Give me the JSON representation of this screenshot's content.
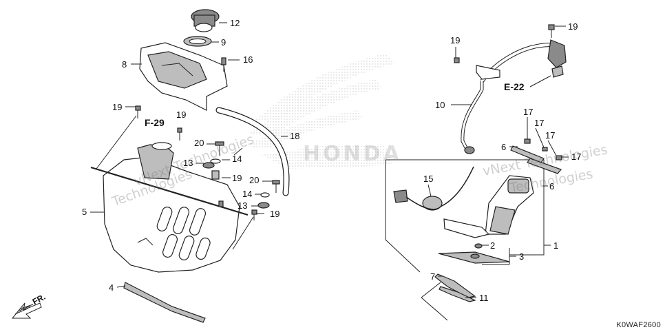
{
  "callouts": [
    {
      "id": "c12",
      "text": "12"
    },
    {
      "id": "c9",
      "text": "9"
    },
    {
      "id": "c8",
      "text": "8"
    },
    {
      "id": "c16",
      "text": "16"
    },
    {
      "id": "c19a",
      "text": "19"
    },
    {
      "id": "c19b",
      "text": "19"
    },
    {
      "id": "c20a",
      "text": "20"
    },
    {
      "id": "c13a",
      "text": "13"
    },
    {
      "id": "c14a",
      "text": "14"
    },
    {
      "id": "c19c",
      "text": "19"
    },
    {
      "id": "c18",
      "text": "18"
    },
    {
      "id": "c20b",
      "text": "20"
    },
    {
      "id": "c14b",
      "text": "14"
    },
    {
      "id": "c13b",
      "text": "13"
    },
    {
      "id": "c19d",
      "text": "19"
    },
    {
      "id": "c5",
      "text": "5"
    },
    {
      "id": "c4",
      "text": "4"
    },
    {
      "id": "c19e",
      "text": "19"
    },
    {
      "id": "c19f",
      "text": "19"
    },
    {
      "id": "c10",
      "text": "10"
    },
    {
      "id": "c17a",
      "text": "17"
    },
    {
      "id": "c17b",
      "text": "17"
    },
    {
      "id": "c17c",
      "text": "17"
    },
    {
      "id": "c17d",
      "text": "17"
    },
    {
      "id": "c6a",
      "text": "6"
    },
    {
      "id": "c6b",
      "text": "6"
    },
    {
      "id": "c15",
      "text": "15"
    },
    {
      "id": "c2",
      "text": "2"
    },
    {
      "id": "c3",
      "text": "3"
    },
    {
      "id": "c1",
      "text": "1"
    },
    {
      "id": "c7",
      "text": "7"
    },
    {
      "id": "c11",
      "text": "11"
    }
  ],
  "references": {
    "f29": "F-29",
    "e22": "E-22",
    "front": "FR."
  },
  "watermark": {
    "line1": "vNext Technologies",
    "line2": "Technologies",
    "brand": "HONDA"
  },
  "diagram_code": "K0WAF2600"
}
